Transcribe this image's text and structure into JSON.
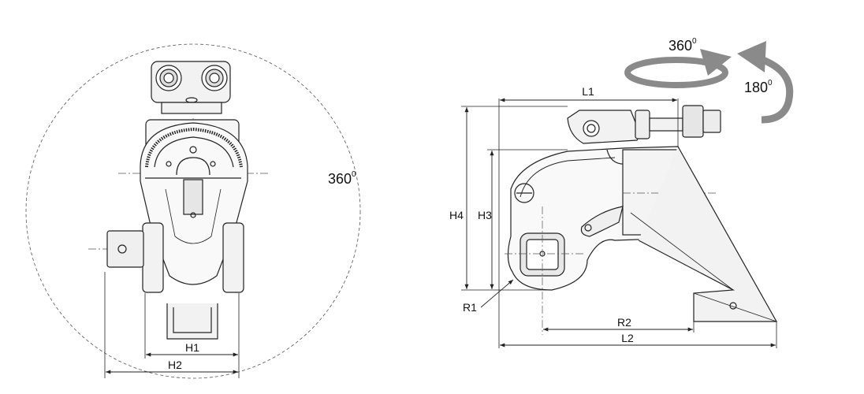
{
  "colors": {
    "line": "#222222",
    "dash": "#555555",
    "arrow": "#8a8a8a",
    "fill_light": "#eeeeee",
    "fill_mid": "#d8d8d8"
  },
  "front_view": {
    "swing_label": {
      "value": "360",
      "sup": "0"
    },
    "dims": {
      "h1": "H1",
      "h2": "H2"
    }
  },
  "side_view": {
    "rotate_top": {
      "value": "360",
      "sup": "0"
    },
    "rotate_side": {
      "value": "180",
      "sup": "0"
    },
    "dims": {
      "l1": "L1",
      "l2": "L2",
      "h3": "H3",
      "h4": "H4",
      "r1": "R1",
      "r2": "R2"
    }
  }
}
